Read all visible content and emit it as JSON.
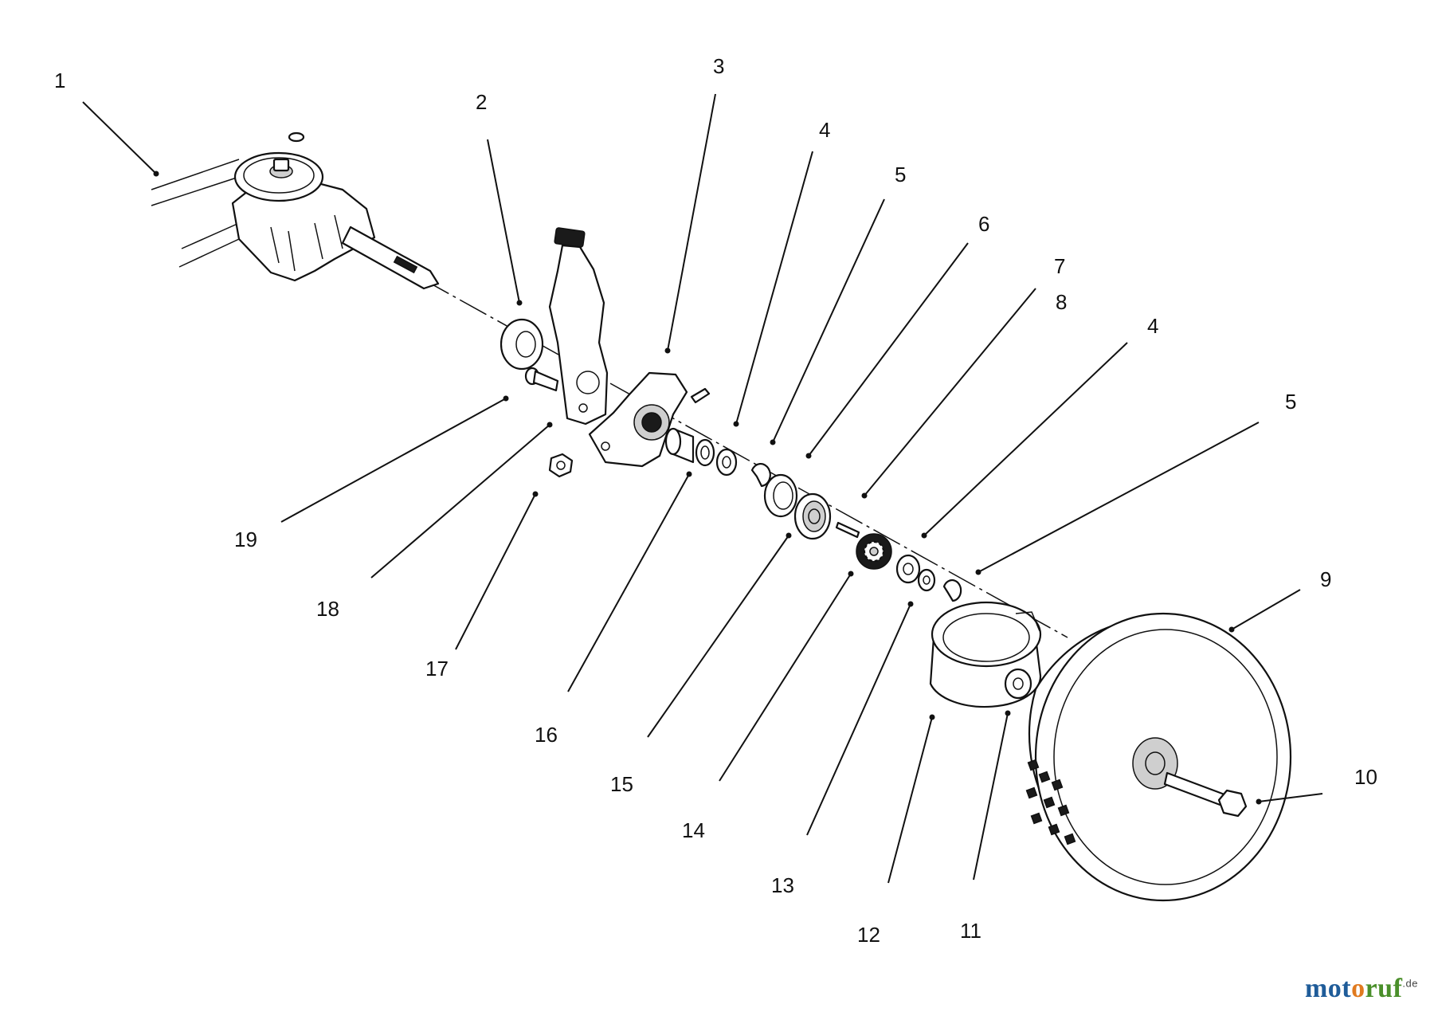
{
  "labels": {
    "l1": "1",
    "l2": "2",
    "l3": "3",
    "l4a": "4",
    "l5a": "5",
    "l6": "6",
    "l7": "7",
    "l8": "8",
    "l4b": "4",
    "l5b": "5",
    "l9": "9",
    "l10": "10",
    "l11": "11",
    "l12": "12",
    "l13": "13",
    "l14": "14",
    "l15": "15",
    "l16": "16",
    "l17": "17",
    "l18": "18",
    "l19": "19"
  },
  "brand": {
    "part1": "mot",
    "part2": "o",
    "part3": "ruf",
    "suffix": ".de",
    "color1": "#1f5c99",
    "color2": "#e07a1f",
    "color3": "#4a8f2a"
  }
}
